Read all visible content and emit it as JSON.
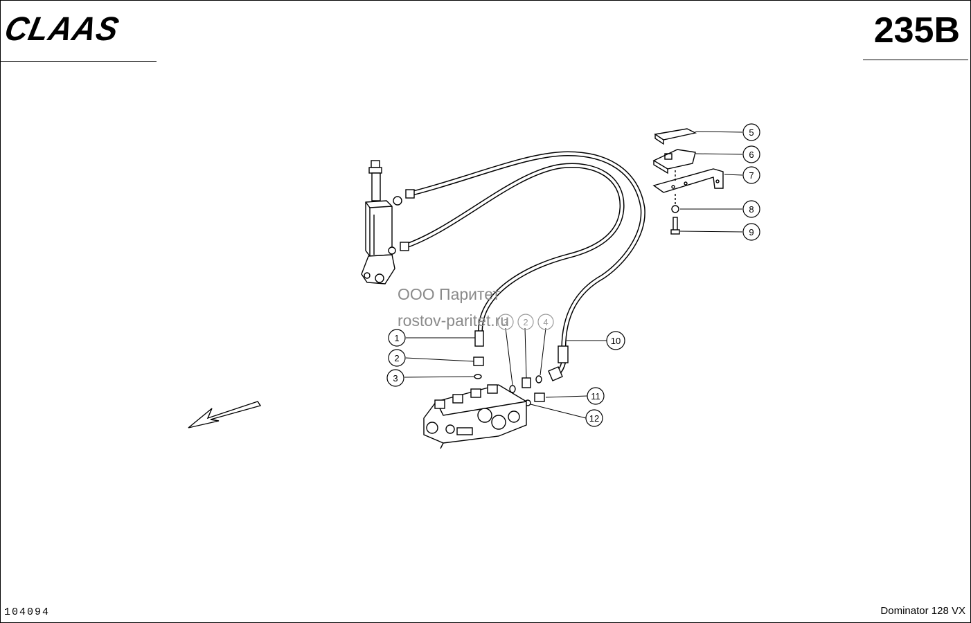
{
  "header": {
    "brand": "CLAAS",
    "page_code": "235B"
  },
  "footer": {
    "doc_number": "104094",
    "model": "Dominator 128 VX"
  },
  "watermark": {
    "line1": "ООО Паритет",
    "line2": "rostov-paritet.ru"
  },
  "callouts": {
    "c1": "1",
    "c2": "2",
    "c3": "3",
    "c4": "4",
    "c5": "5",
    "c6": "6",
    "c7": "7",
    "c8": "8",
    "c9": "9",
    "c10": "10",
    "c11": "11",
    "c12": "12"
  }
}
